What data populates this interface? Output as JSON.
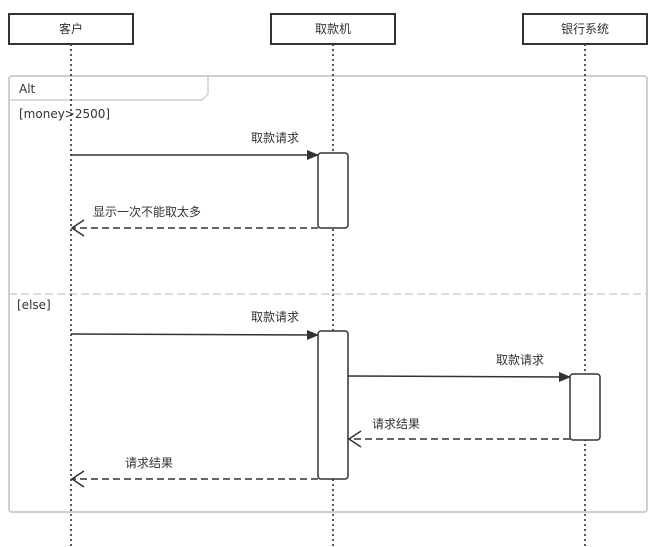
{
  "diagram": {
    "type": "sequence",
    "participants": [
      {
        "id": "customer",
        "label": "客户"
      },
      {
        "id": "atm",
        "label": "取款机"
      },
      {
        "id": "bank",
        "label": "银行系统"
      }
    ],
    "fragment": {
      "operator": "Alt",
      "sections": [
        {
          "guard": "[money>2500]",
          "messages": [
            {
              "from": "customer",
              "to": "atm",
              "label": "取款请求",
              "style": "sync"
            },
            {
              "from": "atm",
              "to": "customer",
              "label": "显示一次不能取太多",
              "style": "return"
            }
          ]
        },
        {
          "guard": "[else]",
          "messages": [
            {
              "from": "customer",
              "to": "atm",
              "label": "取款请求",
              "style": "sync"
            },
            {
              "from": "atm",
              "to": "bank",
              "label": "取款请求",
              "style": "sync"
            },
            {
              "from": "bank",
              "to": "atm",
              "label": "请求结果",
              "style": "return"
            },
            {
              "from": "atm",
              "to": "customer",
              "label": "请求结果",
              "style": "return"
            }
          ]
        }
      ]
    }
  }
}
